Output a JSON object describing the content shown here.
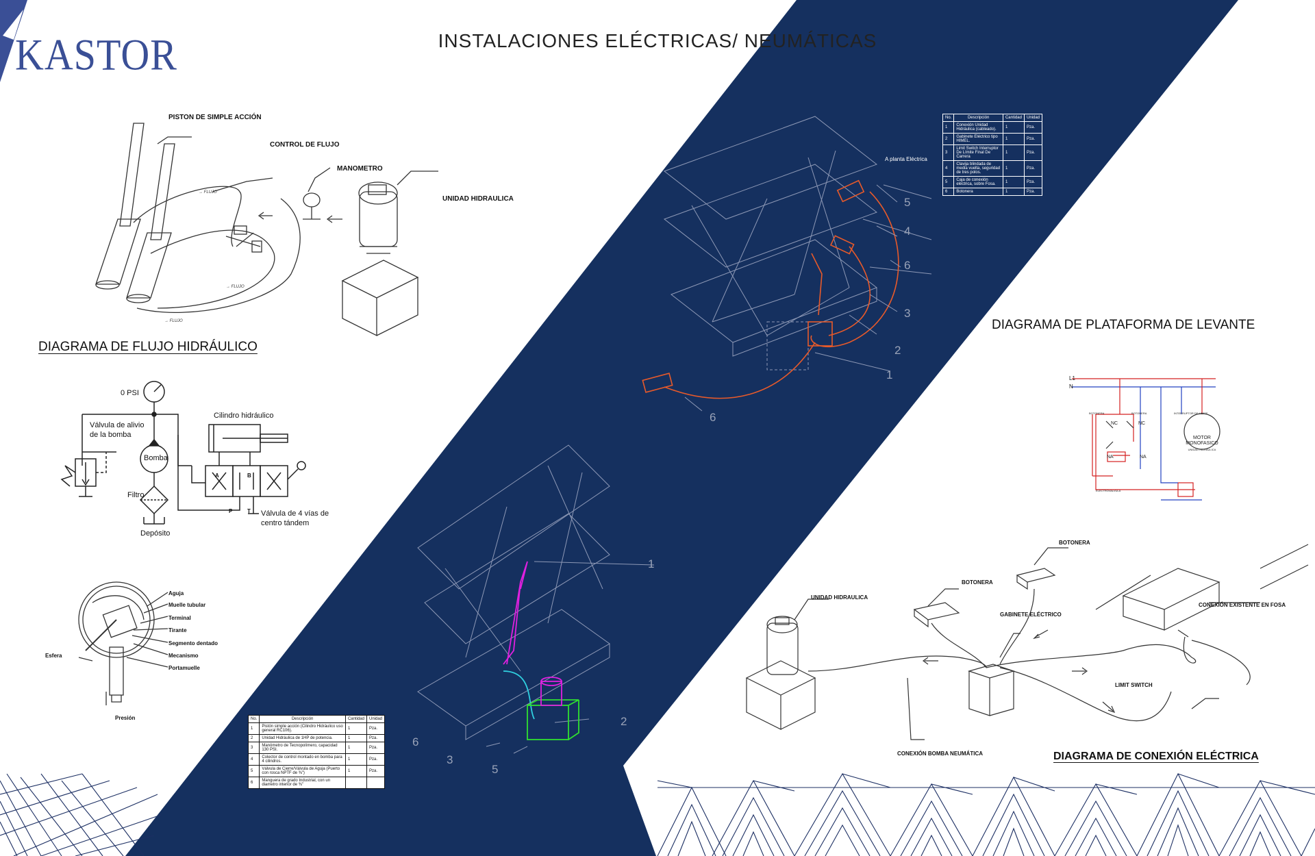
{
  "page_title": "INSTALACIONES ELÉCTRICAS/ NEUMÁTICAS",
  "logo": {
    "text": "KASTOR"
  },
  "colors": {
    "navy": "#15305f",
    "wire_orange": "#e85a2a",
    "wire_magenta": "#e020e0",
    "wire_cyan": "#30d0e0",
    "unit_green": "#30e030",
    "schematic_red": "#d42020",
    "schematic_blue": "#2040c0"
  },
  "hydraulic_flow": {
    "title": "DIAGRAMA DE FLUJO HIDRÁULICO",
    "labels": {
      "piston": "PISTON DE SIMPLE ACCIÓN",
      "flow_control": "CONTROL DE FLUJO",
      "gauge": "MANOMETRO",
      "unit": "UNIDAD HIDRAULICA"
    },
    "flow_label": "FLUJO"
  },
  "hydraulic_schematic": {
    "pressure": "0 PSI",
    "relief_valve": "Válvula de alivio de la bomba",
    "pump": "Bomba",
    "filter": "Filtro",
    "tank": "Depósito",
    "cylinder": "Cilindro hidráulico",
    "valve": "Válvula de 4 vías de centro tándem",
    "ports": {
      "a": "A",
      "b": "B",
      "p": "P",
      "t": "T"
    }
  },
  "gauge_detail": {
    "parts": [
      "Aguja",
      "Muelle tubular",
      "Terminal",
      "Tirante",
      "Segmento dentado",
      "Mecanismo",
      "Portamuelle"
    ],
    "sphere": "Esfera",
    "pressure": "Presión"
  },
  "lift_table_top": {
    "bom": {
      "headers": [
        "No.",
        "Descripción",
        "Cantidad",
        "Unidad"
      ],
      "rows": [
        [
          "1",
          "Conexión Unidad Hidráulica (cableado).",
          "1",
          "Pza."
        ],
        [
          "2",
          "Gabinete Eléctrico tipo HIMEL.",
          "1",
          "Pza."
        ],
        [
          "3",
          "Limit Switch Interruptor De Límite Final De Carrera",
          "1",
          "Pza."
        ],
        [
          "4",
          "Clavija blindada de media vuelta, seguridad de tres polos.",
          "1",
          "Pza."
        ],
        [
          "5",
          "Caja de conexión eléctrica, sobre Fosa.",
          "1",
          "Pza."
        ],
        [
          "6",
          "Botonera",
          "1",
          "Pza."
        ]
      ]
    },
    "callouts": [
      "5",
      "4",
      "6",
      "3",
      "2",
      "1",
      "6"
    ],
    "note": "A planta Eléctrica"
  },
  "lift_table_bottom": {
    "bom": {
      "headers": [
        "No.",
        "Descripción",
        "Cantidad",
        "Unidad"
      ],
      "rows": [
        [
          "1",
          "Pistón simple acción (Cilindro Hidráulico uso general RC106).",
          "1",
          "Pza."
        ],
        [
          "2",
          "Unidad Hidráulica de 1HP de potencia.",
          "1",
          "Pza."
        ],
        [
          "3",
          "Manómetro de Tecnopolímero, capacidad 130 PSI.",
          "1",
          "Pza."
        ],
        [
          "4",
          "Colector de control montado en bomba para 4 cilindros.",
          "1",
          "Pza."
        ],
        [
          "5",
          "Válvula de Cierre/Válvula de Aguja (Puerto con rosca NPTF de ⅜\")",
          "1",
          "Pza."
        ],
        [
          "6",
          "Manguera de grado Industrial, con un diametro interior de ⅜\"",
          "",
          ""
        ]
      ]
    },
    "callouts": [
      "1",
      "2",
      "6",
      "3",
      "5"
    ]
  },
  "platform_diagram": {
    "title": "DIAGRAMA DE PLATAFORMA DE LEVANTE",
    "lines": [
      "L1",
      "N"
    ],
    "labels": {
      "botonera": "BOTONERA",
      "nc": "NC",
      "na": "NA",
      "motor": "MOTOR MONOFASICO",
      "motor_sub": "UNIDAD HIDRAULICA",
      "limit": "INTERRUPTOR DE LIMITE",
      "valve": "ELECTROVALVULA"
    }
  },
  "electrical_connection": {
    "title": "DIAGRAMA DE CONEXIÓN ELÉCTRICA",
    "labels": {
      "unit": "UNIDAD HIDRAULICA",
      "botonera1": "BOTONERA",
      "botonera2": "BOTONERA",
      "cabinet": "GABINETE ELÉCTRICO",
      "existing": "CONEXIÓN EXISTENTE EN FOSA",
      "limit": "LIMIT SWITCH",
      "pump": "CONEXIÓN BOMBA NEUMÁTICA"
    }
  }
}
